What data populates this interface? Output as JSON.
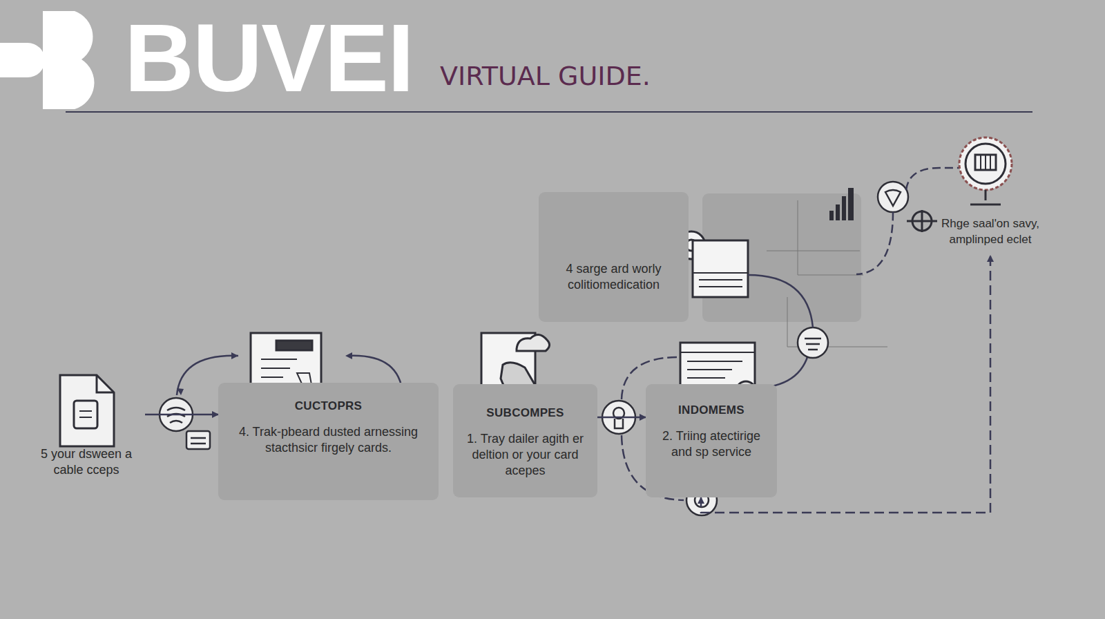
{
  "diagram": {
    "title": "VIRTUAL GUIDE.",
    "nodes": [
      {
        "text": [
          "5 your dsween a cable cceps"
        ]
      },
      {
        "text": [
          "CUCTOPRS",
          "4. Trak-pbeard dusted arnessing stacthsicr firgely cards."
        ]
      },
      {
        "text": [
          "SUBCOMPES",
          "1. Tray dailer agith er deltion or your card acepes"
        ]
      },
      {
        "text": [
          "INDOMEMS",
          "2. Triing atectirige and sp service"
        ]
      },
      {
        "text": [
          "4 sarge ard worly colitiomedication"
        ]
      },
      {
        "text": [
          "Rhge saal'on savy, amplinped eclet"
        ]
      }
    ],
    "edges": [
      {
        "from": 0,
        "to": 1,
        "arrow": "to"
      },
      {
        "from": 2,
        "to": 3,
        "arrow": "to"
      },
      {
        "from": 3,
        "to": 5,
        "arrow": "both"
      }
    ],
    "labels": [
      "BUVEI"
    ]
  }
}
